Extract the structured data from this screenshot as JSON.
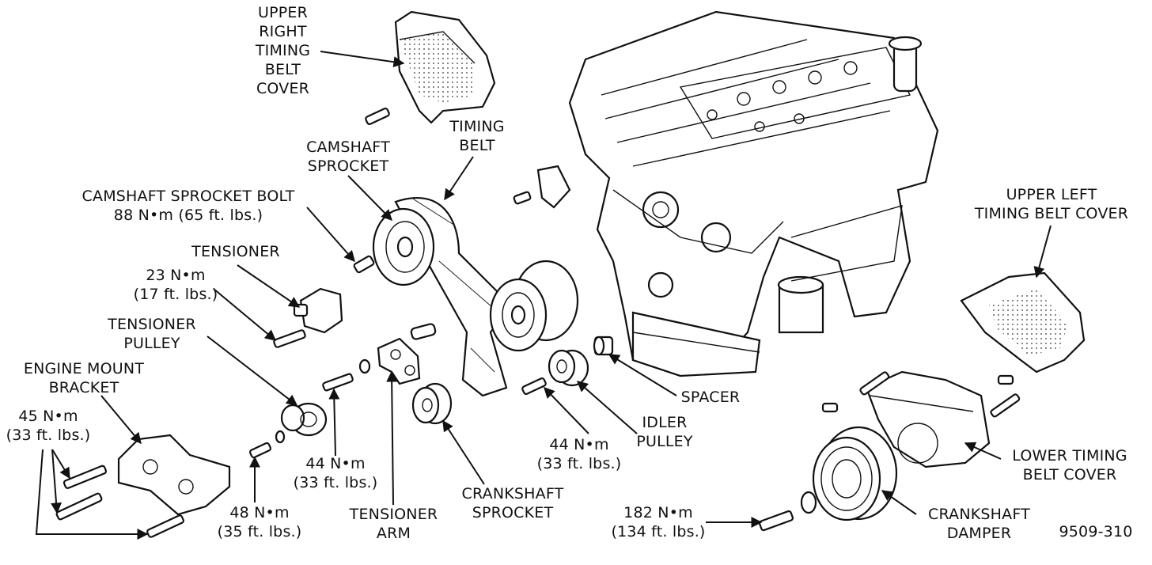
{
  "colors": {
    "ink": "#111111",
    "paper": "#ffffff"
  },
  "labels": {
    "upper_right_cover": "UPPER\nRIGHT\nTIMING\nBELT\nCOVER",
    "timing_belt": "TIMING\nBELT",
    "camshaft_sprocket": "CAMSHAFT\nSPROCKET",
    "camshaft_sprocket_bolt": "CAMSHAFT SPROCKET BOLT\n88 N•m (65 ft. lbs.)",
    "tensioner": "TENSIONER",
    "tensioner_torque": "23 N•m\n(17 ft. lbs.)",
    "tensioner_pulley": "TENSIONER\nPULLEY",
    "engine_mount_bracket": "ENGINE MOUNT\nBRACKET",
    "mount_torque": "45 N•m\n(33 ft. lbs.)",
    "arm_bolt_torque": "44 N•m\n(33 ft. lbs.)",
    "pulley_bolt_torque": "48 N•m\n(35 ft. lbs.)",
    "tensioner_arm": "TENSIONER\nARM",
    "crankshaft_sprocket": "CRANKSHAFT\nSPROCKET",
    "idler_bolt_torque": "44 N•m\n(33 ft. lbs.)",
    "idler_pulley": "IDLER\nPULLEY",
    "spacer": "SPACER",
    "upper_left_cover": "UPPER LEFT\nTIMING BELT COVER",
    "lower_cover": "LOWER TIMING\nBELT COVER",
    "crankshaft_damper": "CRANKSHAFT\nDAMPER",
    "damper_torque": "182 N•m\n(134 ft. lbs.)",
    "figure_number": "9509-310"
  }
}
